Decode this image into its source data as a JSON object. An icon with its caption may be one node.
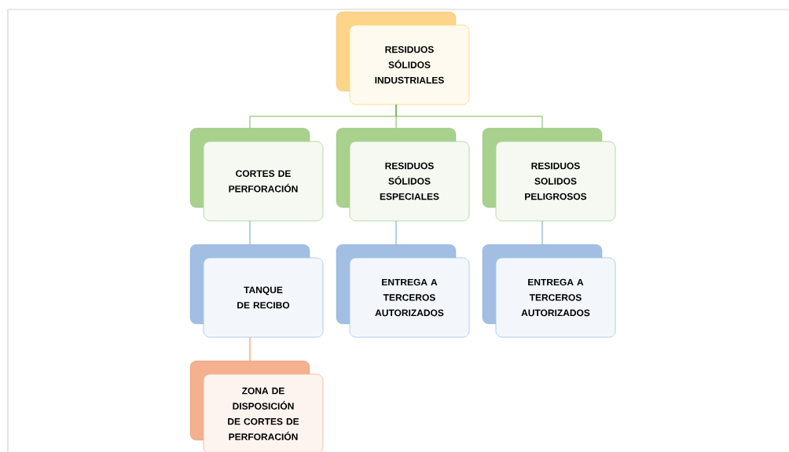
{
  "diagram": {
    "nodes": [
      {
        "text": [
          "RESIDUOS SÓLIDOS INDUSTRIALES"
        ]
      },
      {
        "text": [
          "CORTES DE PERFORACIÓN"
        ]
      },
      {
        "text": [
          "RESIDUOS SÓLIDOS ESPECIALES"
        ]
      },
      {
        "text": [
          "RESIDUOS SOLIDOS PELIGROSOS"
        ]
      },
      {
        "text": [
          "TANQUE DE RECIBO"
        ]
      },
      {
        "text": [
          "ENTREGA A TERCEROS AUTORIZADOS"
        ]
      },
      {
        "text": [
          "ENTREGA A TERCEROS AUTORIZADOS"
        ]
      },
      {
        "text": [
          "ZONA DE DISPOSICIÓN DE CORTES DE PERFORACIÓN"
        ]
      }
    ],
    "edges": [
      {
        "from": 0,
        "to": 1,
        "arrow": "none",
        "color": "#70ad47"
      },
      {
        "from": 0,
        "to": 2,
        "arrow": "none",
        "color": "#70ad47"
      },
      {
        "from": 0,
        "to": 3,
        "arrow": "none",
        "color": "#70ad47"
      },
      {
        "from": 1,
        "to": 4,
        "arrow": "none",
        "color": "#5b9bd5"
      },
      {
        "from": 2,
        "to": 5,
        "arrow": "none",
        "color": "#5b9bd5"
      },
      {
        "from": 3,
        "to": 6,
        "arrow": "none",
        "color": "#5b9bd5"
      },
      {
        "from": 4,
        "to": 7,
        "arrow": "none",
        "color": "#ed7d31"
      }
    ]
  }
}
